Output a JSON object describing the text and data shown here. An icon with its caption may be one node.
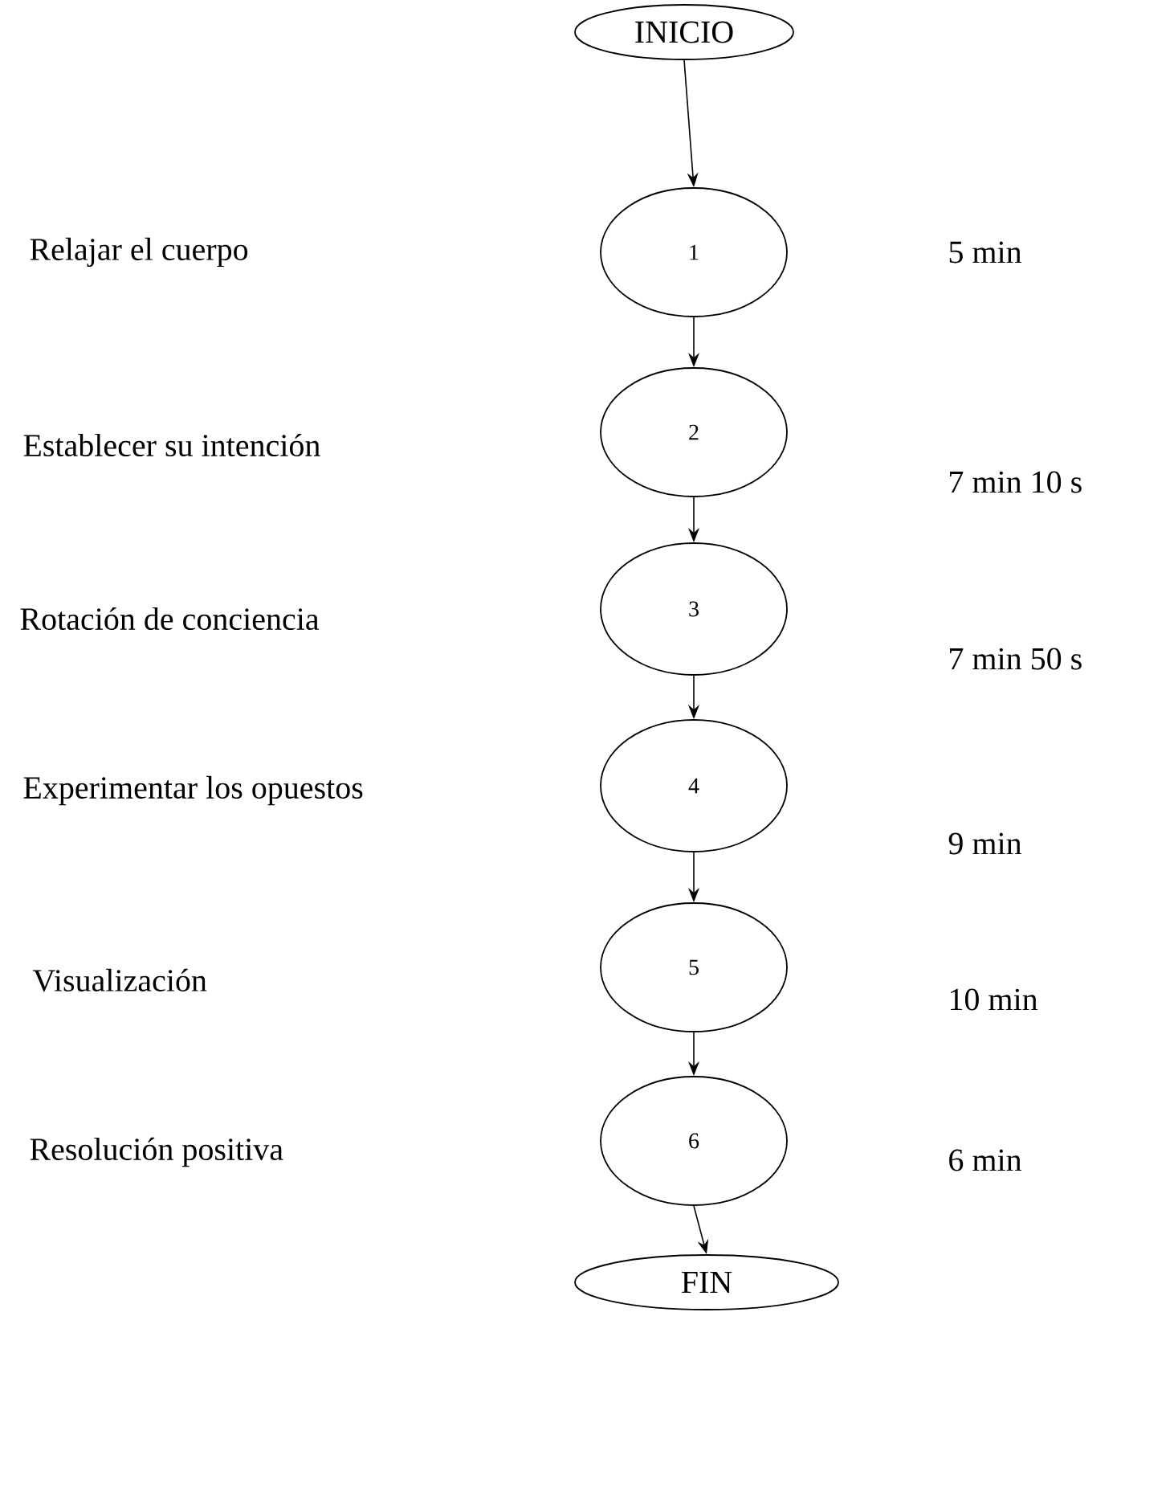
{
  "diagram": {
    "nodes": [
      {
        "text": [
          "INICIO"
        ]
      },
      {
        "text": [
          "1"
        ]
      },
      {
        "text": [
          "2"
        ]
      },
      {
        "text": [
          "3"
        ]
      },
      {
        "text": [
          "4"
        ]
      },
      {
        "text": [
          "5"
        ]
      },
      {
        "text": [
          "6"
        ]
      },
      {
        "text": [
          "FIN"
        ]
      }
    ],
    "edges": [
      {
        "from": 0,
        "to": 1,
        "arrow": "to"
      },
      {
        "from": 1,
        "to": 2,
        "arrow": "to"
      },
      {
        "from": 2,
        "to": 3,
        "arrow": "to"
      },
      {
        "from": 3,
        "to": 4,
        "arrow": "to"
      },
      {
        "from": 4,
        "to": 5,
        "arrow": "to"
      },
      {
        "from": 5,
        "to": 6,
        "arrow": "to"
      },
      {
        "from": 6,
        "to": 7,
        "arrow": "to"
      }
    ],
    "labels": [
      "Relajar el cuerpo",
      "5 min",
      "Establecer su intención",
      "7 min 10 s",
      "Rotación de conciencia",
      "7 min 50 s",
      "Experimentar los opuestos",
      "9 min",
      "Visualización",
      "10 min",
      "Resolución positiva",
      "6 min"
    ]
  }
}
